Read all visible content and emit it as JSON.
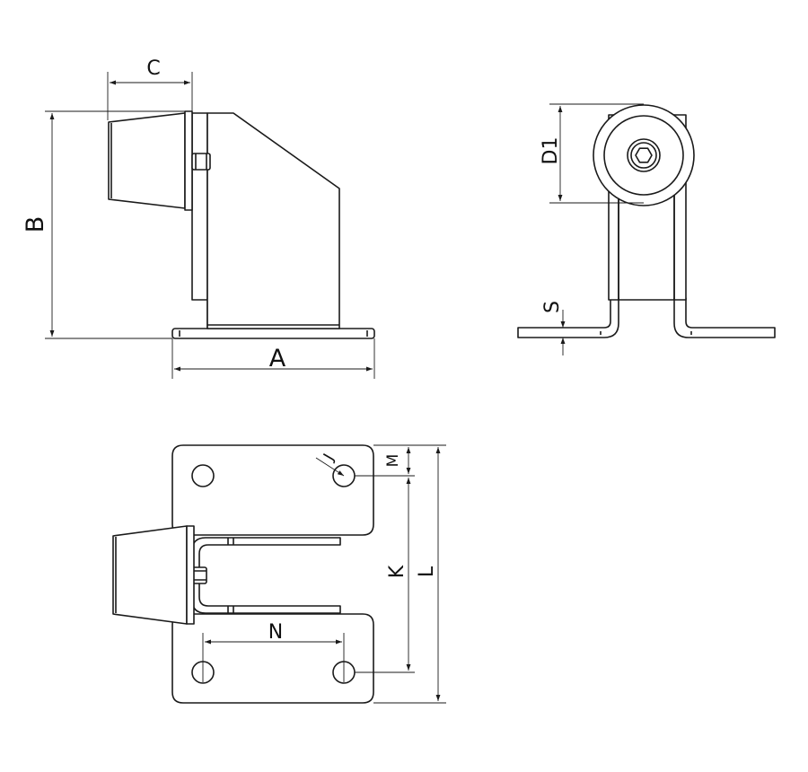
{
  "labels": {
    "A": "A",
    "B": "B",
    "C": "C",
    "D1": "D1",
    "S": "S",
    "J": "J",
    "M": "M",
    "K": "K",
    "L": "L",
    "N": "N"
  }
}
